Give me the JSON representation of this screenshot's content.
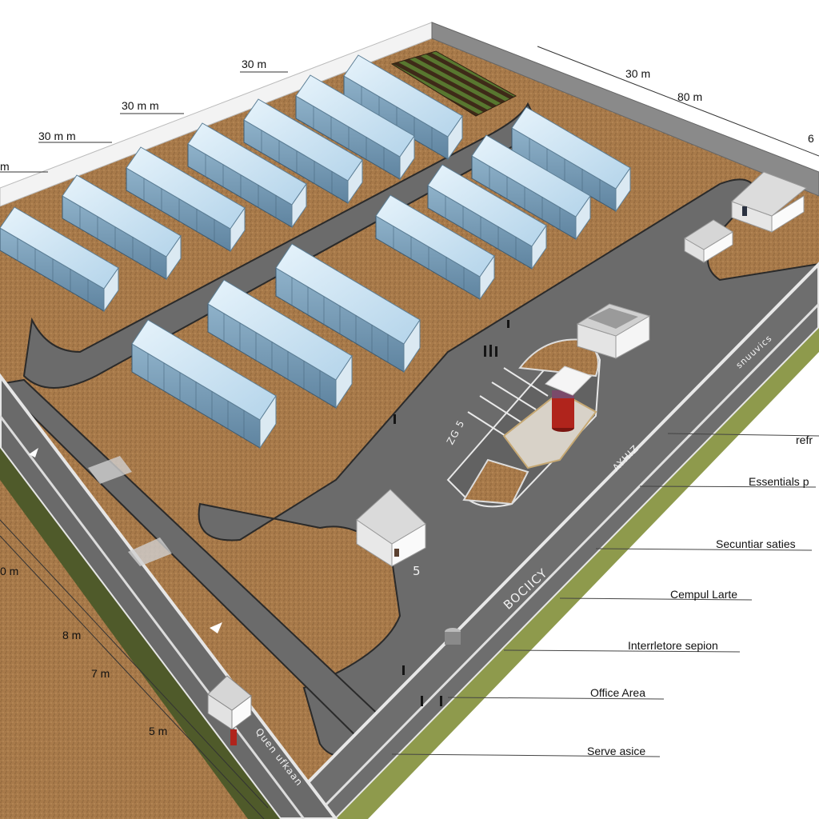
{
  "diagram": {
    "type": "isometric site plan",
    "subject": "greenhouse farm complex with roads, parking, office and service buildings",
    "colors": {
      "background": "#ffffff",
      "soil": "#a87a4a",
      "soil_dark": "#6e4a2a",
      "road": "#6b6b6b",
      "road_edge": "#e8e8e8",
      "grass_strip": "#8e9a4c",
      "greenhouse_roof": "#c9e3f2",
      "greenhouse_side": "#7fa3bd",
      "building": "#f0f0f0",
      "crop_rows": "#4f6b2e",
      "red_tower": "#b0241c"
    }
  },
  "dimensions": {
    "top_left": [
      "30 m",
      "30 m m",
      "30 m m",
      "m"
    ],
    "top_right": [
      "30 m",
      "80 m",
      "6"
    ],
    "left_side": [
      "0 m",
      "8 m",
      "7 m",
      "5 m"
    ]
  },
  "callouts": [
    {
      "label": "refr"
    },
    {
      "label": "Essentials p"
    },
    {
      "label": "Secuntiar saties"
    },
    {
      "label": "Cempul Larte"
    },
    {
      "label": "Interrletore sepion"
    },
    {
      "label": "Office Area"
    },
    {
      "label": "Serve asice"
    }
  ],
  "road_markings": {
    "right_road_upper": "snuuvics",
    "right_road_mid": "AYHIZ",
    "right_road_lower": "BOCIICY",
    "parking_number": "5",
    "parking_lot": "ZG 5",
    "bottom_road": "Quen ufkaan"
  },
  "features": {
    "greenhouses_count": 15,
    "crop_field": "vegetable rows",
    "buildings": [
      "gatehouse",
      "office block",
      "service sheds",
      "entrance booth"
    ],
    "tower": "red water tower"
  }
}
